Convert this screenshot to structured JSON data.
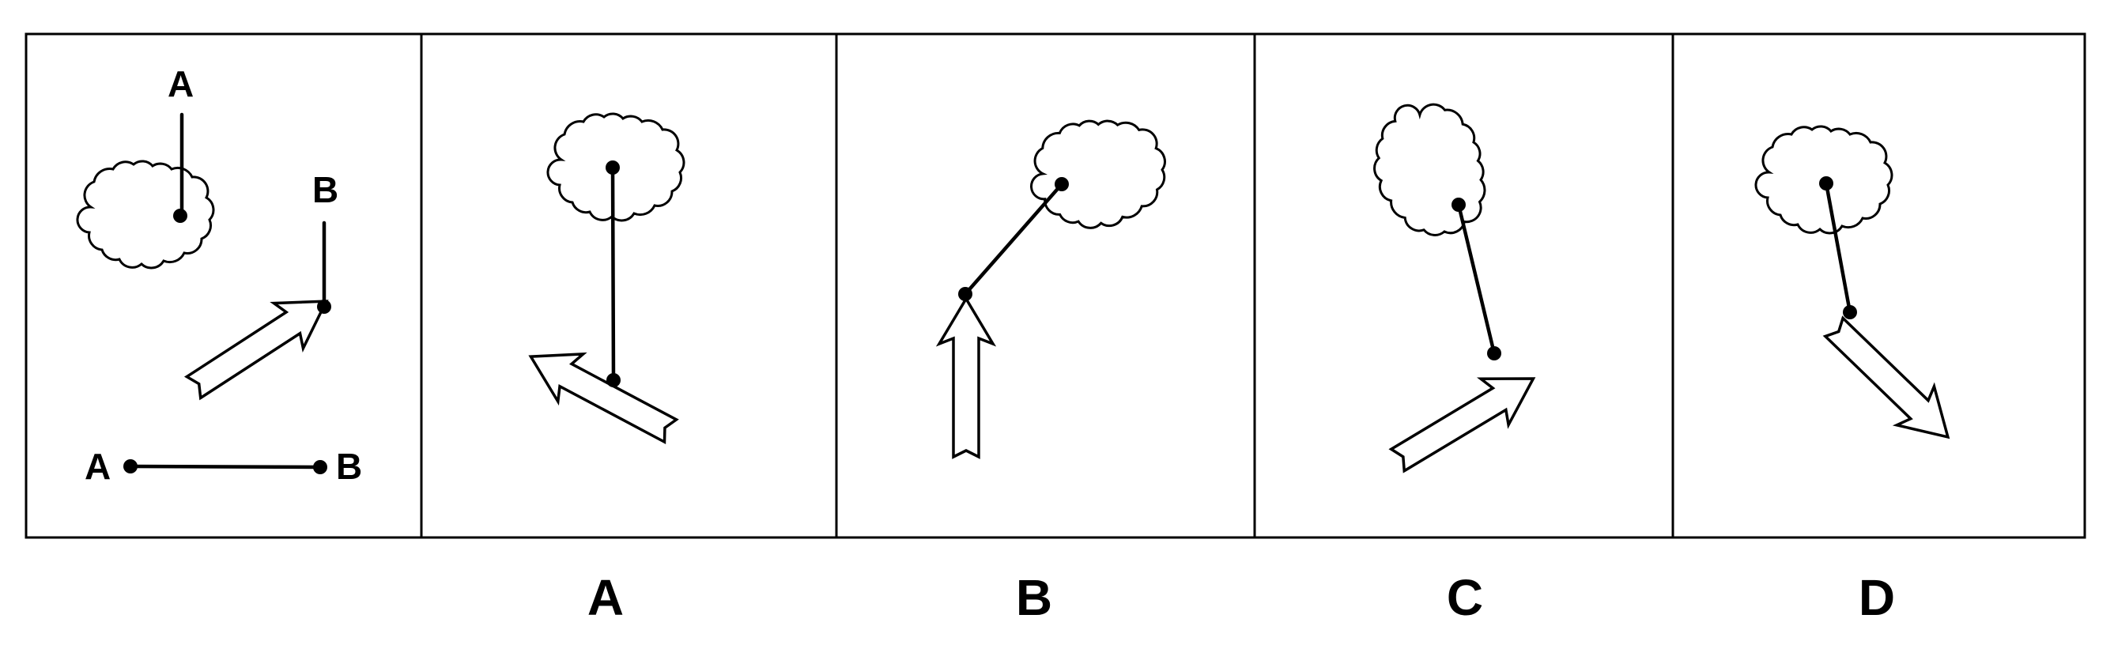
{
  "question_panel": {
    "cloud_rod_label": "A",
    "arrow_rod_label": "B",
    "segment_left_label": "A",
    "segment_right_label": "B"
  },
  "options": [
    {
      "label": "A"
    },
    {
      "label": "B"
    },
    {
      "label": "C"
    },
    {
      "label": "D"
    }
  ]
}
